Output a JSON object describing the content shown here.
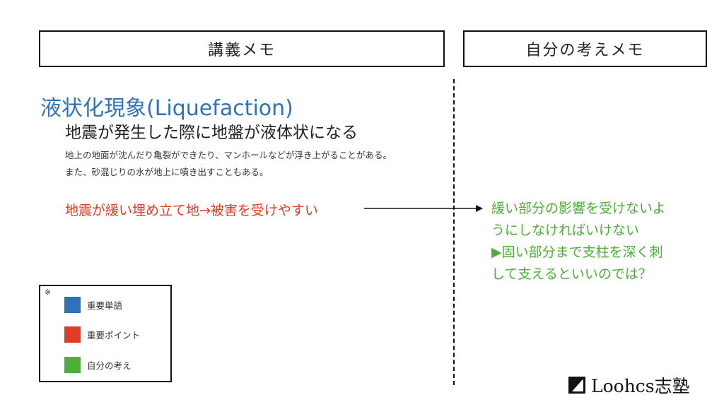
{
  "headers": {
    "left": "講義メモ",
    "right": "自分の考えメモ"
  },
  "lecture": {
    "term": "液状化現象(Liquefaction)",
    "subtitle": "地震が発生した際に地盤が液体状になる",
    "description": [
      "地上の地面が沈んだり亀裂ができたり、マンホールなどが浮き上がることがある。",
      "また、砂混じりの水が地上に噴き出すこともある。"
    ],
    "key_point": "地震が緩い埋め立て地→被害を受けやすい"
  },
  "own_thoughts": [
    "緩い部分の影響を受けないよ",
    "うにしなければいけない",
    "▶固い部分まで支柱を深く刺",
    "して支えるといいのでは？"
  ],
  "legend": {
    "note": "※",
    "items": [
      {
        "label": "重要単語",
        "color": "#2f72b8"
      },
      {
        "label": "重要ポイント",
        "color": "#e23a25"
      },
      {
        "label": "自分の考え",
        "color": "#4dae38"
      }
    ]
  },
  "brand": {
    "name": "Loohcs志塾",
    "icon": "slash-logo-icon"
  },
  "colors": {
    "important_term": "#2f72b8",
    "important_point": "#e23a25",
    "own_thought": "#4dae38"
  }
}
